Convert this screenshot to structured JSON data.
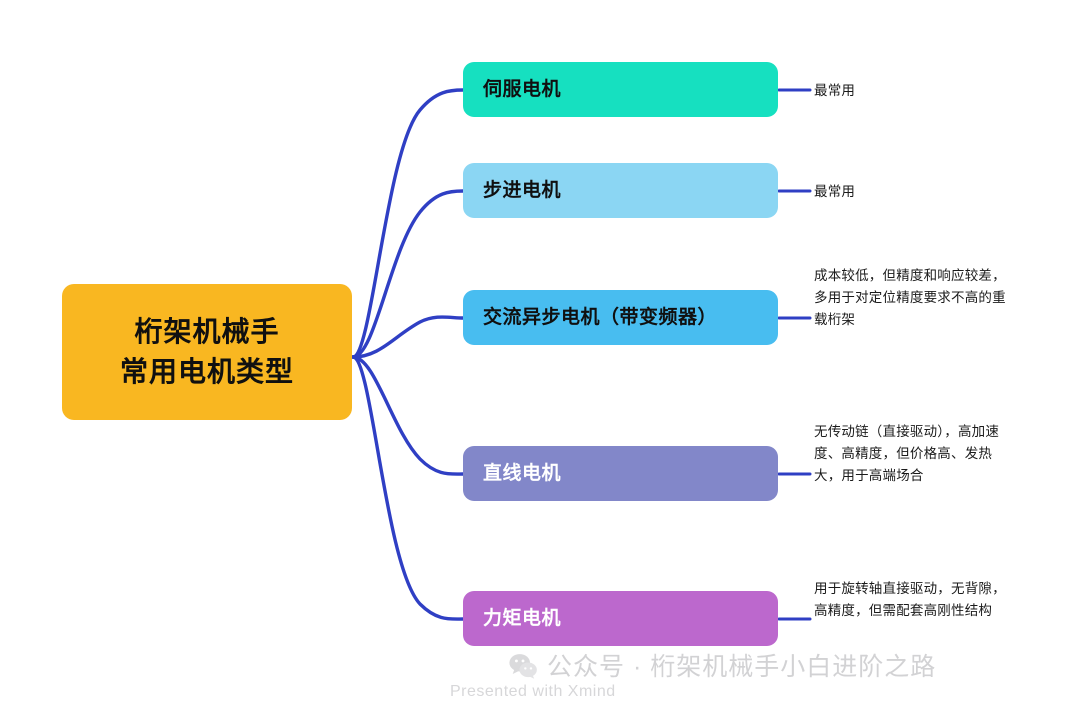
{
  "root": {
    "lines": [
      "桁架机械手",
      "常用电机类型"
    ],
    "color": "#F9B721",
    "text_color": "#101010"
  },
  "connector_color": "#2F3FC4",
  "branches": [
    {
      "label": "伺服电机",
      "color": "#16E0C0",
      "text_color": "#101010",
      "note": "最常用"
    },
    {
      "label": "步进电机",
      "color": "#8BD6F3",
      "text_color": "#101010",
      "note": "最常用"
    },
    {
      "label": "交流异步电机（带变频器）",
      "color": "#48BDF0",
      "text_color": "#101010",
      "note": "成本较低，但精度和响应较差，多用于对定位精度要求不高的重载桁架"
    },
    {
      "label": "直线电机",
      "color": "#8287C9",
      "text_color": "#FFFFFF",
      "note": "无传动链（直接驱动），高加速度、高精度，但价格高、发热大，用于高端场合"
    },
    {
      "label": "力矩电机",
      "color": "#BC68CD",
      "text_color": "#FFFFFF",
      "note": "用于旋转轴直接驱动，无背隙，高精度，但需配套高刚性结构"
    }
  ],
  "watermarks": {
    "xmind": "Presented with Xmind",
    "wechat": "公众号 · 桁架机械手小白进阶之路"
  }
}
